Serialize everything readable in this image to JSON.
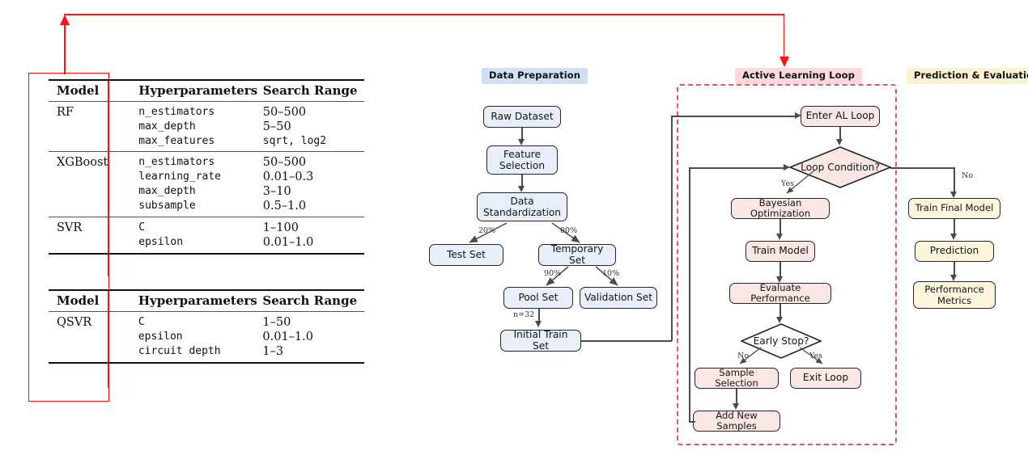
{
  "tables": [
    {
      "name": "classical-models-table",
      "columns": [
        "Model",
        "Hyperparameters",
        "Search Range"
      ],
      "rows": [
        {
          "model": "RF",
          "params": [
            {
              "name": "n_estimators",
              "range": "50–500"
            },
            {
              "name": "max_depth",
              "range": "5–50"
            },
            {
              "name": "max_features",
              "range": "sqrt, log2"
            }
          ]
        },
        {
          "model": "XGBoost",
          "params": [
            {
              "name": "n_estimators",
              "range": "50–500"
            },
            {
              "name": "learning_rate",
              "range": "0.01–0.3"
            },
            {
              "name": "max_depth",
              "range": "3–10"
            },
            {
              "name": "subsample",
              "range": "0.5–1.0"
            }
          ]
        },
        {
          "model": "SVR",
          "params": [
            {
              "name": "C",
              "range": "1–100"
            },
            {
              "name": "epsilon",
              "range": "0.01–1.0"
            }
          ]
        }
      ]
    },
    {
      "name": "quantum-model-table",
      "columns": [
        "Model",
        "Hyperparameters",
        "Search Range"
      ],
      "rows": [
        {
          "model": "QSVR",
          "params": [
            {
              "name": "C",
              "range": "1–50"
            },
            {
              "name": "epsilon",
              "range": "0.01–1.0"
            },
            {
              "name": "circuit depth",
              "range": "1–3"
            }
          ]
        }
      ]
    }
  ],
  "annotation": {
    "color": "#ff1414",
    "highlight_target": "model-column",
    "arrow_up_label": "",
    "arrow_down_label": ""
  },
  "phases": [
    {
      "id": "data-preparation",
      "label": "Data Preparation",
      "bg": "#cfe0f3",
      "fg": "#111111"
    },
    {
      "id": "active-learning",
      "label": "Active Learning Loop",
      "bg": "#fadadd",
      "fg": "#111111"
    },
    {
      "id": "prediction-eval",
      "label": "Prediction & Evaluation",
      "bg": "#fbf2d2",
      "fg": "#111111"
    }
  ],
  "colors": {
    "prep_fill": "#e8eefa",
    "al_fill": "#fbe6e6",
    "eval_fill": "#fdf6dd",
    "decision_fill": "#fbe6e6",
    "node_stroke": "#262626",
    "edge": "#4a4a4a",
    "dashed_region": "#e8546a"
  },
  "nodes": {
    "raw_dataset": "Raw Dataset",
    "feature_selection": "Feature\nSelection",
    "data_standardization": "Data\nStandardization",
    "test_set": "Test Set",
    "temporary_set": "Temporary Set",
    "pool_set": "Pool Set",
    "validation_set": "Validation Set",
    "initial_train_set": "Initial Train Set",
    "enter_al_loop": "Enter AL Loop",
    "loop_condition": "Loop Condition?",
    "bayesian_optimization": "Bayesian Optimization",
    "train_model": "Train Model",
    "evaluate_performance": "Evaluate Performance",
    "early_stop": "Early Stop?",
    "sample_selection": "Sample Selection",
    "exit_loop": "Exit Loop",
    "add_new_samples": "Add New Samples",
    "train_final_model": "Train Final Model",
    "prediction": "Prediction",
    "performance_metrics": "Performance\nMetrics"
  },
  "edge_labels": {
    "test_split": "20%",
    "temp_split": "80%",
    "pool_split": "90%",
    "validation_split": "10%",
    "initial_sample_n": "n=32",
    "loop_yes": "Yes",
    "loop_no": "No",
    "early_stop_no": "No",
    "early_stop_yes": "Yes"
  }
}
